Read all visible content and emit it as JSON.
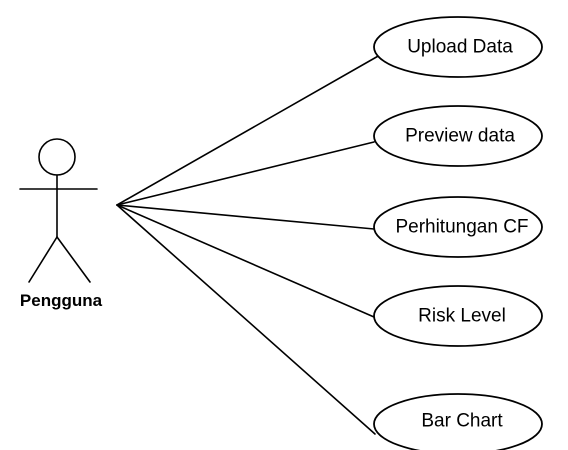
{
  "diagram": {
    "type": "use-case",
    "actor": {
      "label": "Pengguna",
      "icon": "stick-figure-icon"
    },
    "use_cases": [
      {
        "label": "Upload Data"
      },
      {
        "label": "Preview data"
      },
      {
        "label": "Perhitungan CF"
      },
      {
        "label": "Risk Level"
      },
      {
        "label": "Bar Chart"
      }
    ],
    "colors": {
      "line": "#000000",
      "fill": "#ffffff"
    }
  }
}
